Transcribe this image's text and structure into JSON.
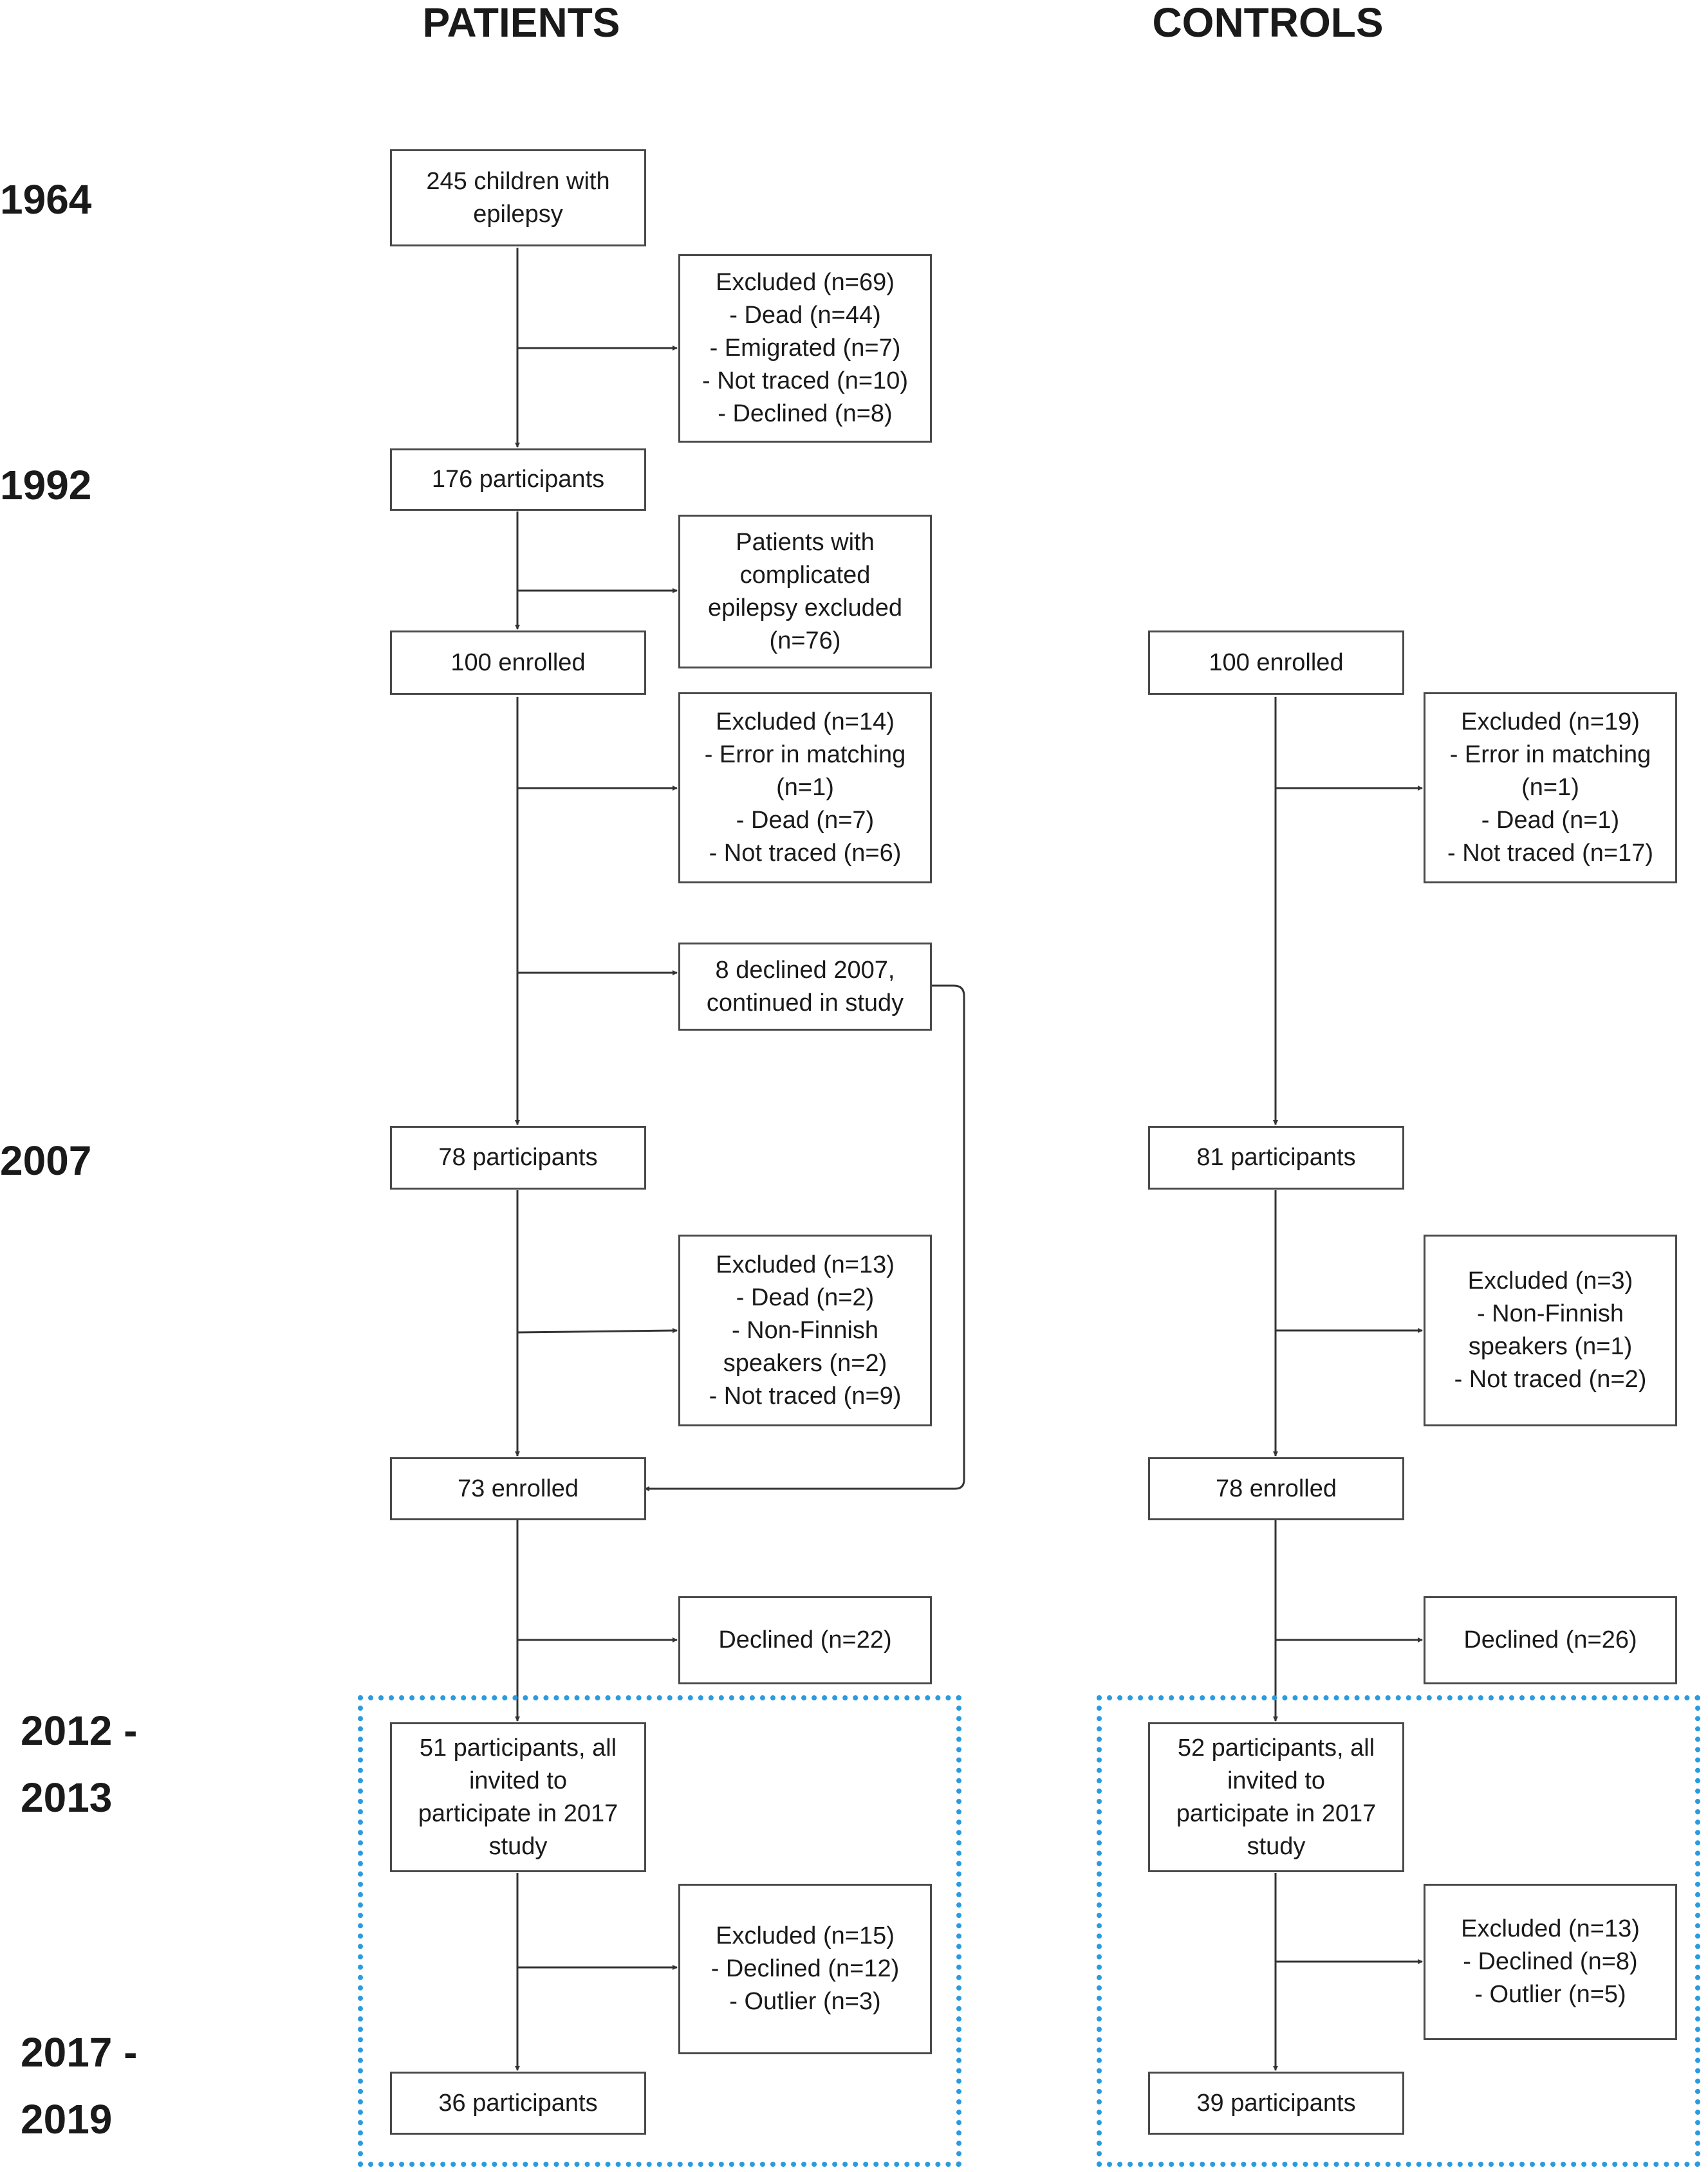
{
  "headers": {
    "patients": "PATIENTS",
    "controls": "CONTROLS"
  },
  "years": [
    "1964",
    "1992",
    "2007",
    "2012 -\n2013",
    "2017 -\n2019"
  ],
  "patients": {
    "start": "245 children with\nepilepsy",
    "excluded_1964": "Excluded (n=69)\n- Dead (n=44)\n- Emigrated (n=7)\n- Not traced (n=10)\n- Declined (n=8)",
    "participants_1992": "176 participants",
    "complicated_excluded": "Patients with\ncomplicated\nepilepsy excluded\n(n=76)",
    "enrolled_1992": "100 enrolled",
    "excluded_1992": "Excluded (n=14)\n- Error in matching\n(n=1)\n- Dead (n=7)\n- Not traced (n=6)",
    "declined_2007": "8 declined 2007,\ncontinued in study",
    "participants_2007": "78 participants",
    "excluded_2007": "Excluded (n=13)\n- Dead (n=2)\n- Non-Finnish\nspeakers (n=2)\n- Not traced (n=9)",
    "enrolled_2007": "73 enrolled",
    "declined_2012": "Declined (n=22)",
    "participants_2012": "51 participants, all\ninvited to\nparticipate in 2017\nstudy",
    "excluded_2017": "Excluded (n=15)\n- Declined (n=12)\n- Outlier (n=3)",
    "participants_2017": "36 participants"
  },
  "controls": {
    "enrolled_1992": "100 enrolled",
    "excluded_1992": "Excluded (n=19)\n- Error in matching\n(n=1)\n- Dead (n=1)\n- Not traced (n=17)",
    "participants_2007": "81 participants",
    "excluded_2007": "Excluded (n=3)\n- Non-Finnish\nspeakers (n=1)\n- Not traced (n=2)",
    "enrolled_2007": "78 enrolled",
    "declined_2012": "Declined (n=26)",
    "participants_2012": "52 participants, all\ninvited to\nparticipate in 2017\nstudy",
    "excluded_2017": "Excluded (n=13)\n- Declined (n=8)\n- Outlier (n=5)",
    "participants_2017": "39 participants"
  }
}
